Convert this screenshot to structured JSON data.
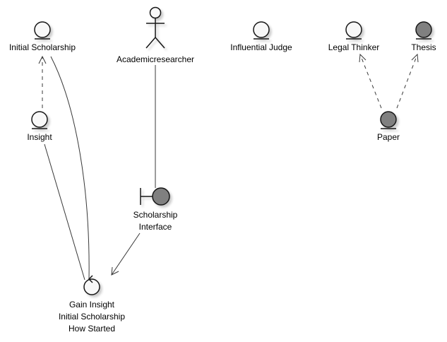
{
  "colors": {
    "background": "#ffffff",
    "line": "#383838",
    "node_fill_light": "#f8f8f8",
    "node_fill_dark": "#808080",
    "node_stroke": "#181818",
    "shadow": "#d0d0d0"
  },
  "nodes": {
    "initial_scholarship": {
      "label": "Initial Scholarship",
      "kind": "entity",
      "fill": "light"
    },
    "academic_researcher": {
      "label": "Academicresearcher",
      "kind": "actor",
      "fill": "light"
    },
    "influential_judge": {
      "label": "Influential Judge",
      "kind": "entity",
      "fill": "light"
    },
    "legal_thinker": {
      "label": "Legal Thinker",
      "kind": "entity",
      "fill": "light"
    },
    "thesis": {
      "label": "Thesis",
      "kind": "entity",
      "fill": "dark"
    },
    "insight": {
      "label": "Insight",
      "kind": "entity",
      "fill": "light"
    },
    "paper": {
      "label": "Paper",
      "kind": "entity",
      "fill": "dark"
    },
    "scholarship_interface": {
      "label_lines": [
        "Scholarship",
        "Interface"
      ],
      "kind": "boundary",
      "fill": "dark"
    },
    "gain_insight": {
      "label_lines": [
        "Gain Insight",
        "Initial Scholarship",
        "How Started"
      ],
      "kind": "control",
      "fill": "light"
    }
  },
  "edges": [
    {
      "from": "insight",
      "to": "initial_scholarship",
      "style": "dashed",
      "arrow": "open"
    },
    {
      "from": "initial_scholarship",
      "to": "gain_insight",
      "style": "solid",
      "arrow": "none"
    },
    {
      "from": "insight",
      "to": "gain_insight",
      "style": "solid",
      "arrow": "none"
    },
    {
      "from": "academic_researcher",
      "to": "scholarship_interface",
      "style": "solid",
      "arrow": "none"
    },
    {
      "from": "scholarship_interface",
      "to": "gain_insight",
      "style": "solid",
      "arrow": "open"
    },
    {
      "from": "paper",
      "to": "legal_thinker",
      "style": "dashed",
      "arrow": "open"
    },
    {
      "from": "paper",
      "to": "thesis",
      "style": "dashed",
      "arrow": "open"
    }
  ]
}
